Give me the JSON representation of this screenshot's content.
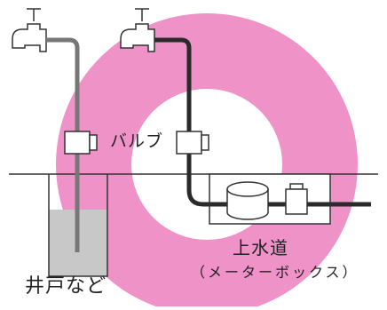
{
  "labels": {
    "valve": "バルブ",
    "water_supply": "上水道",
    "meter_box": "（メーターボックス）",
    "well": "井戸など"
  },
  "colors": {
    "ring": "#ef92c8",
    "pipe_left": "#777777",
    "pipe_right": "#2a2a2a",
    "water": "#c8c8c8",
    "line": "#333333"
  }
}
